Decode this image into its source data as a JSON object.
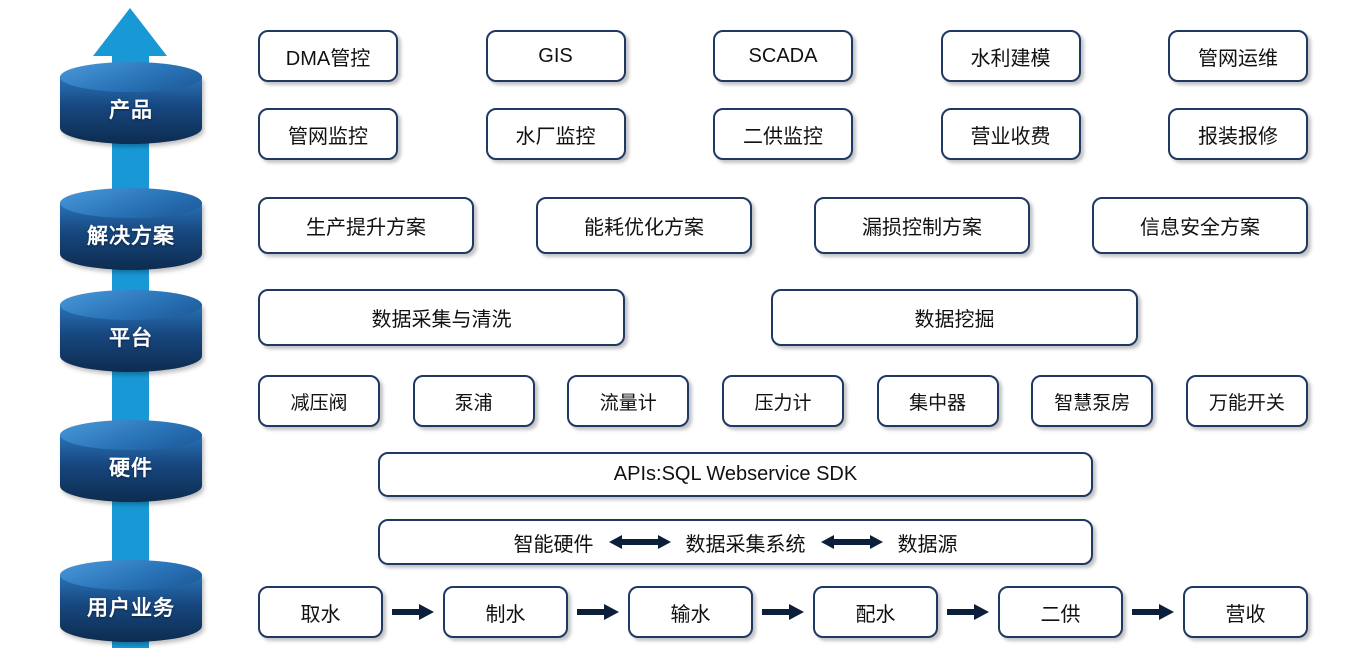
{
  "colors": {
    "accent_arrow": "#1899d6",
    "box_border": "#1f3864",
    "flow_arrow": "#0b1f3a",
    "text": "#111111",
    "cylinder_light": "#4a9ada",
    "cylinder_dark": "#0d2c50"
  },
  "layers": [
    {
      "label": "产品"
    },
    {
      "label": "解决方案"
    },
    {
      "label": "平台"
    },
    {
      "label": "硬件"
    },
    {
      "label": "用户业务"
    }
  ],
  "products": {
    "row1": [
      "DMA管控",
      "GIS",
      "SCADA",
      "水利建模",
      "管网运维"
    ],
    "row2": [
      "管网监控",
      "水厂监控",
      "二供监控",
      "营业收费",
      "报装报修"
    ]
  },
  "solutions": [
    "生产提升方案",
    "能耗优化方案",
    "漏损控制方案",
    "信息安全方案"
  ],
  "platform": [
    "数据采集与清洗",
    "数据挖掘"
  ],
  "hardware": [
    "减压阀",
    "泵浦",
    "流量计",
    "压力计",
    "集中器",
    "智慧泵房",
    "万能开关"
  ],
  "api_label": "APIs:SQL Webservice SDK",
  "dataflow": [
    "智能硬件",
    "数据采集系统",
    "数据源"
  ],
  "business_flow": [
    "取水",
    "制水",
    "输水",
    "配水",
    "二供",
    "营收"
  ]
}
